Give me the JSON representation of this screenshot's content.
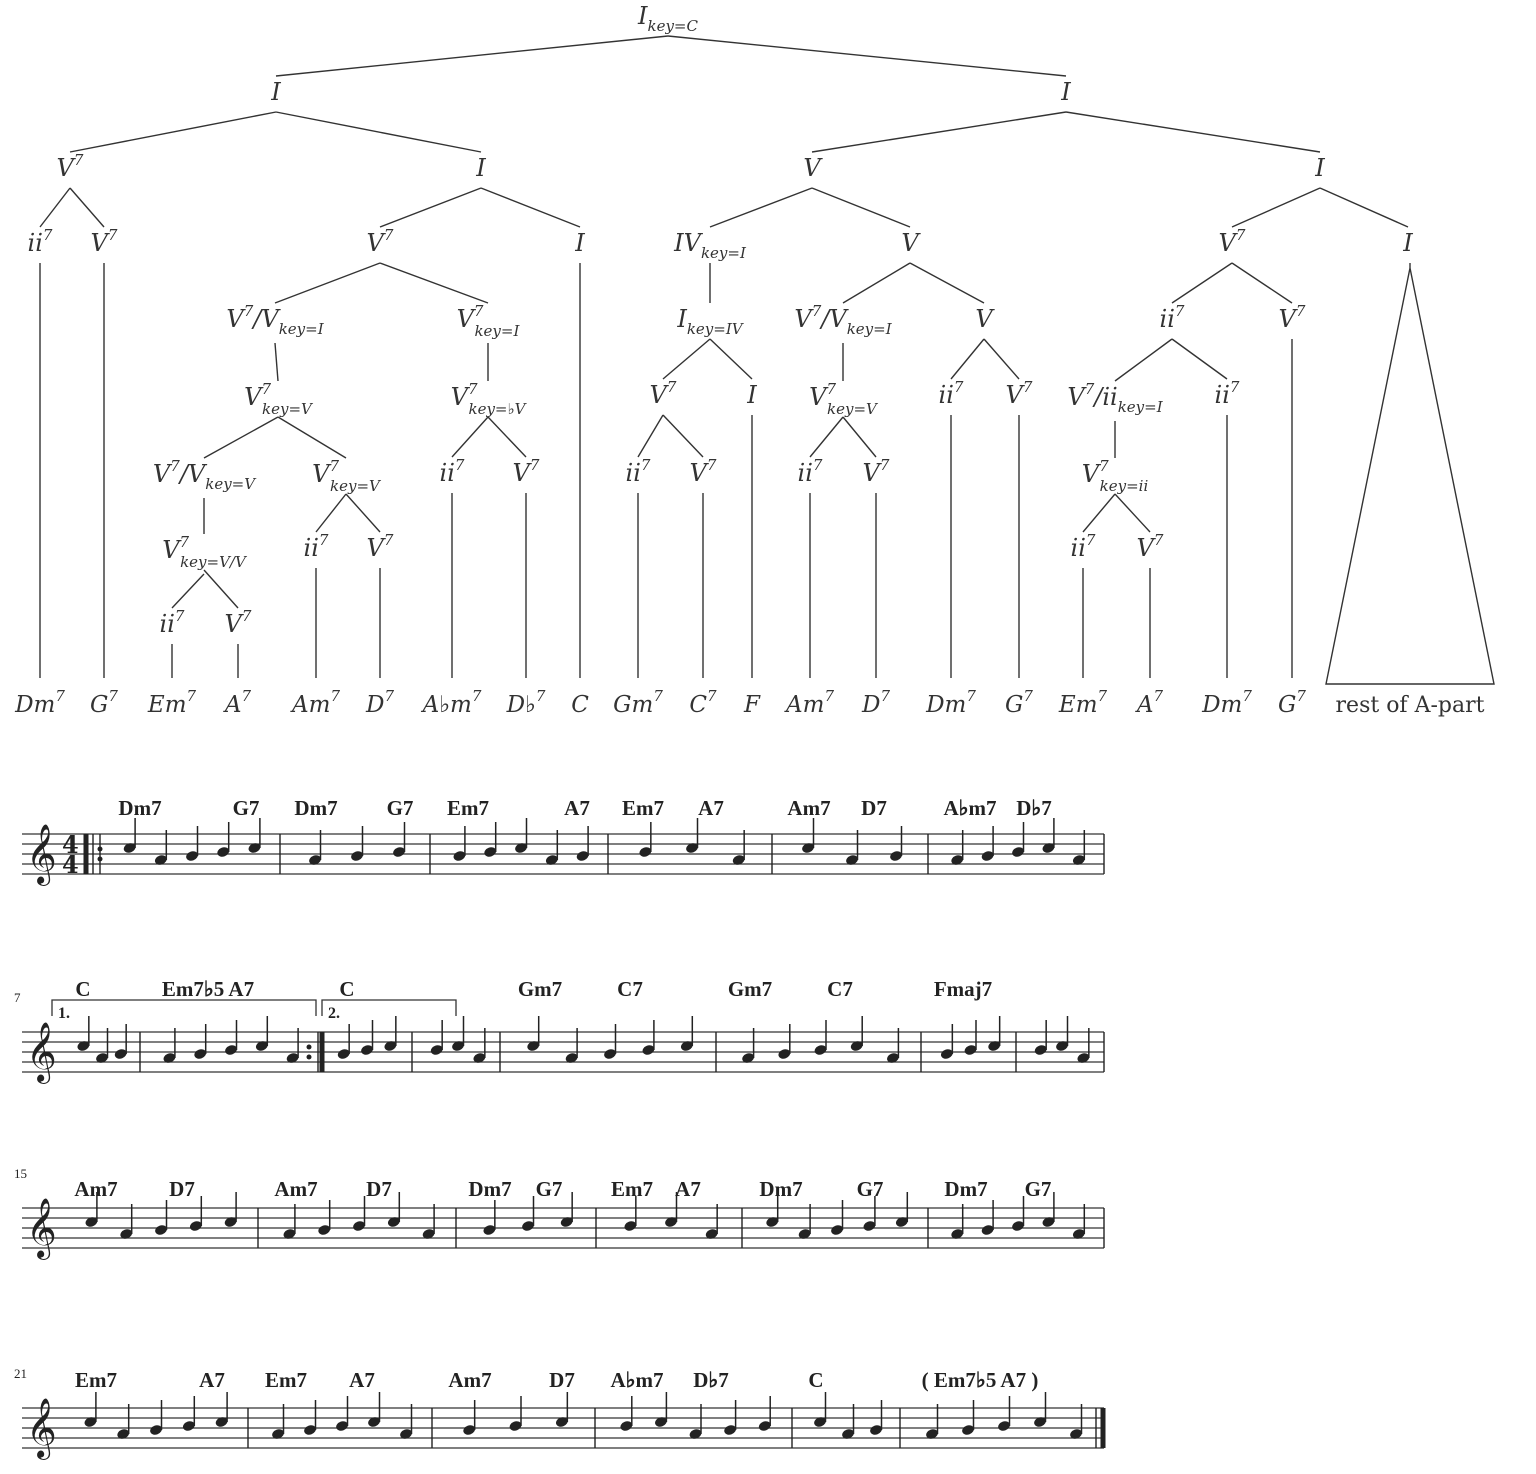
{
  "tree": {
    "nodes": {
      "root": {
        "base": "I",
        "sub": "key=C"
      },
      "n1": {
        "base": "I"
      },
      "n2": {
        "base": "I"
      },
      "n1a": {
        "base": "V",
        "sup": "7"
      },
      "n1b": {
        "base": "I"
      },
      "n2a": {
        "base": "V"
      },
      "n2b": {
        "base": "I"
      },
      "l1": {
        "base": "ii",
        "sup": "7"
      },
      "l2": {
        "base": "V",
        "sup": "7"
      },
      "n1b1": {
        "base": "V",
        "sup": "7"
      },
      "n1b2": {
        "base": "I"
      },
      "n2a1": {
        "base": "IV",
        "sub": "key=I"
      },
      "n2a2": {
        "base": "V"
      },
      "n2b1": {
        "base": "V",
        "sup": "7"
      },
      "n2b2": {
        "base": "I"
      },
      "a1": {
        "base": "V",
        "sup": "7",
        "slash": "/V",
        "sub": "key=I"
      },
      "a2": {
        "base": "V",
        "sup": "7",
        "sub": "key=I"
      },
      "b1": {
        "base": "I",
        "sub": "key=IV"
      },
      "b2": {
        "base": "V",
        "sup": "7",
        "slash": "/V",
        "sub": "key=I"
      },
      "b3": {
        "base": "V"
      },
      "c1": {
        "base": "ii",
        "sup": "7"
      },
      "c2": {
        "base": "V",
        "sup": "7"
      },
      "d1": {
        "base": "V",
        "sup": "7",
        "sub": "key=V"
      },
      "d2": {
        "base": "V",
        "sup": "7",
        "sub": "key=♭V"
      },
      "d3": {
        "base": "V",
        "sup": "7"
      },
      "d4": {
        "base": "I"
      },
      "d5": {
        "base": "V",
        "sup": "7",
        "sub": "key=V"
      },
      "d6": {
        "base": "ii",
        "sup": "7"
      },
      "d7": {
        "base": "V",
        "sup": "7"
      },
      "d8": {
        "base": "V",
        "sup": "7",
        "slash": "/ii",
        "sub": "key=I"
      },
      "d9": {
        "base": "ii",
        "sup": "7"
      },
      "e1": {
        "base": "V",
        "sup": "7",
        "slash": "/V",
        "sub": "key=V"
      },
      "e2": {
        "base": "V",
        "sup": "7",
        "sub": "key=V"
      },
      "e3": {
        "base": "ii",
        "sup": "7"
      },
      "e4": {
        "base": "V",
        "sup": "7"
      },
      "e5": {
        "base": "ii",
        "sup": "7"
      },
      "e6": {
        "base": "V",
        "sup": "7"
      },
      "e7": {
        "base": "ii",
        "sup": "7"
      },
      "e8": {
        "base": "V",
        "sup": "7"
      },
      "e9": {
        "base": "V",
        "sup": "7",
        "sub": "key=ii"
      },
      "f1": {
        "base": "V",
        "sup": "7",
        "sub": "key=V/V"
      },
      "f2": {
        "base": "ii",
        "sup": "7"
      },
      "f3": {
        "base": "V",
        "sup": "7"
      },
      "f4": {
        "base": "ii",
        "sup": "7"
      },
      "f5": {
        "base": "V",
        "sup": "7"
      },
      "g1": {
        "base": "ii",
        "sup": "7"
      },
      "g2": {
        "base": "V",
        "sup": "7"
      }
    },
    "leaves": [
      {
        "base": "Dm",
        "sup": "7"
      },
      {
        "base": "G",
        "sup": "7"
      },
      {
        "base": "Em",
        "sup": "7"
      },
      {
        "base": "A",
        "sup": "7"
      },
      {
        "base": "Am",
        "sup": "7"
      },
      {
        "base": "D",
        "sup": "7"
      },
      {
        "base": "A♭m",
        "sup": "7"
      },
      {
        "base": "D♭",
        "sup": "7"
      },
      {
        "base": "C"
      },
      {
        "base": "Gm",
        "sup": "7"
      },
      {
        "base": "C",
        "sup": "7"
      },
      {
        "base": "F"
      },
      {
        "base": "Am",
        "sup": "7"
      },
      {
        "base": "D",
        "sup": "7"
      },
      {
        "base": "Dm",
        "sup": "7"
      },
      {
        "base": "G",
        "sup": "7"
      },
      {
        "base": "Em",
        "sup": "7"
      },
      {
        "base": "A",
        "sup": "7"
      },
      {
        "base": "Dm",
        "sup": "7"
      },
      {
        "base": "G",
        "sup": "7"
      }
    ],
    "rest_label": "rest of A-part"
  },
  "score": {
    "measure_numbers": [
      "7",
      "15",
      "21"
    ],
    "endings": [
      "1.",
      "2."
    ],
    "systems": [
      {
        "chords": [
          "Dm7",
          "G7",
          "Dm7",
          "G7",
          "Em7",
          "A7",
          "Em7",
          "A7",
          "Am7",
          "D7",
          "A♭m7",
          "D♭7"
        ]
      },
      {
        "chords": [
          "C",
          "Em7♭5 A7",
          "C",
          "Gm7",
          "C7",
          "Gm7",
          "C7",
          "Fmaj7"
        ]
      },
      {
        "chords": [
          "Am7",
          "D7",
          "Am7",
          "D7",
          "Dm7",
          "G7",
          "Em7",
          "A7",
          "Dm7",
          "G7",
          "Dm7",
          "G7"
        ]
      },
      {
        "chords": [
          "Em7",
          "A7",
          "Em7",
          "A7",
          "Am7",
          "D7",
          "A♭m7",
          "D♭7",
          "C",
          "( Em7♭5 A7 )"
        ]
      }
    ]
  }
}
